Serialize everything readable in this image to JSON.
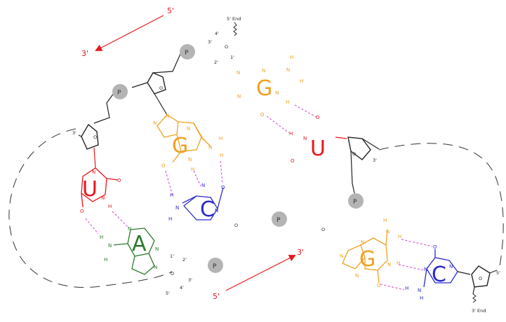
{
  "colors": {
    "guanine": "#f0a020",
    "cytosine": "#2a2acc",
    "uracil": "#e8161b",
    "adenine": "#2a7a2a",
    "backbone": "#222222",
    "phosphate": "#b4b4b4",
    "hbond": "#d040d0",
    "arrow": "#e8161b"
  },
  "labels": {
    "five_prime": "5'",
    "three_prime": "3'",
    "five_prime_end": "5' End",
    "three_prime_end": "3' End",
    "phosphate": "P"
  },
  "bases": {
    "guanine": "G",
    "cytosine": "C",
    "uracil": "U",
    "adenine": "A"
  },
  "atoms": {
    "nitrogen": "N",
    "oxygen": "O",
    "hydrogen": "H"
  },
  "ring_positions": {
    "one": "1'",
    "two": "2'",
    "three": "3'",
    "four": "4'",
    "five": "5'"
  }
}
